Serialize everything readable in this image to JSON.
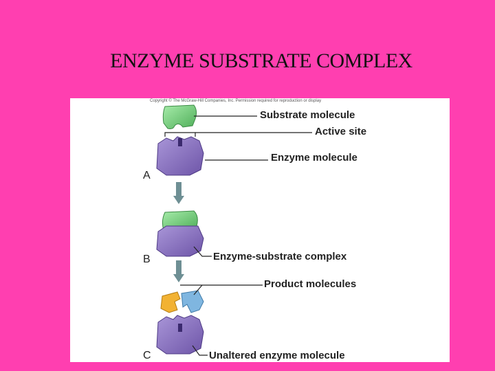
{
  "title": "ENZYME SUBSTRATE COMPLEX",
  "figure": {
    "copyright": "Copyright © The McGraw-Hill Companies, Inc. Permission required for reproduction or display",
    "labels": {
      "substrate": "Substrate molecule",
      "active_site": "Active site",
      "enzyme": "Enzyme molecule",
      "complex": "Enzyme-substrate complex",
      "products": "Product molecules",
      "unaltered": "Unaltered enzyme molecule"
    },
    "steps": [
      "A",
      "B",
      "C"
    ],
    "colors": {
      "background": "#ff3fb0",
      "enzyme": "#8a70c2",
      "substrate": "#7fd37c",
      "product_yellow": "#f2b233",
      "product_blue": "#7fb6e0",
      "arrow": "#6e8f94"
    }
  }
}
